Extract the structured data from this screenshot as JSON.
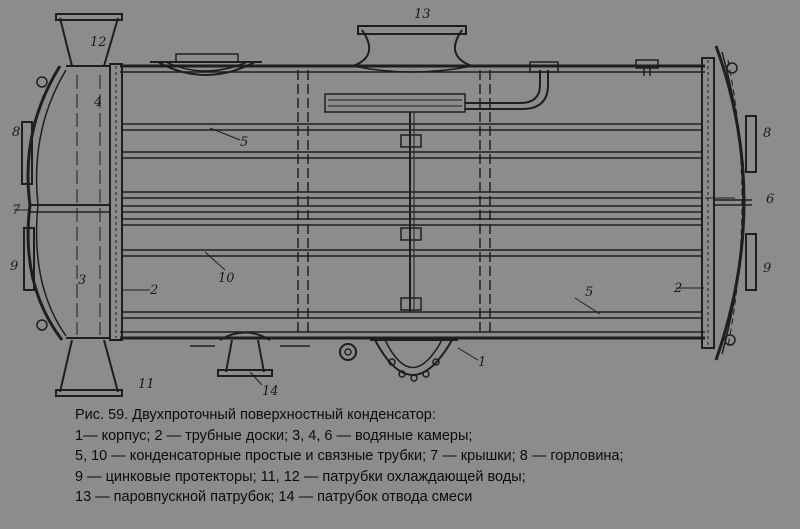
{
  "labels": {
    "n1": "1",
    "n2_left": "2",
    "n2_right": "2",
    "n3": "3",
    "n4": "4",
    "n5_top": "5",
    "n5_bottom": "5",
    "n6": "6",
    "n7": "7",
    "n8_left": "8",
    "n8_right": "8",
    "n9_left": "9",
    "n9_right": "9",
    "n10": "10",
    "n11": "11",
    "n12": "12",
    "n13": "13",
    "n14": "14"
  },
  "caption": {
    "line1": "Рис. 59. Двухпроточный поверхностный конденсатор:",
    "line2": "1— корпус; 2 — трубные доски; 3, 4, 6 — водяные камеры;",
    "line3": "5, 10 — конденсаторные  простые и связные трубки; 7 — крышки; 8 — горловина;",
    "line4": "9 — цинковые протекторы; 11, 12 — патрубки охлаждающей воды;",
    "line5": "13 — паровпускной патрубок; 14 — патрубок отвода смеси"
  }
}
